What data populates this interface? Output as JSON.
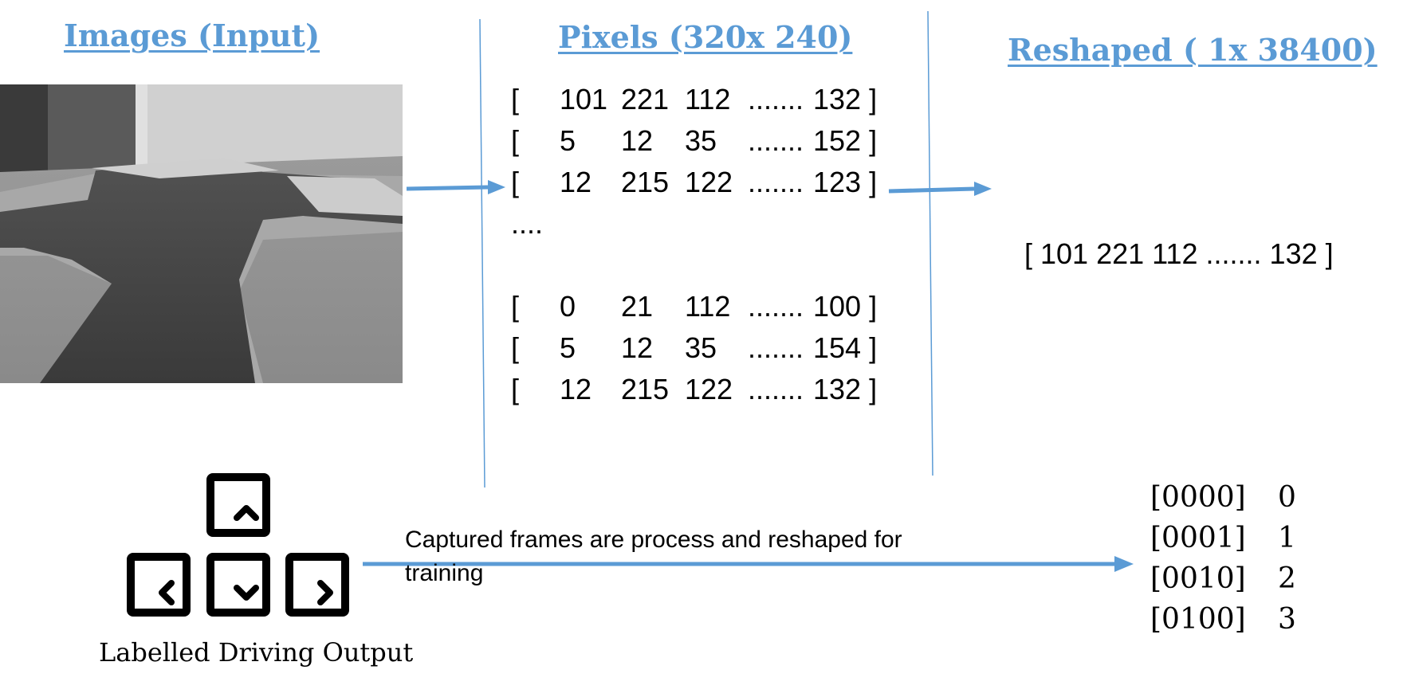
{
  "headings": {
    "images": "Images (Input)",
    "pixels": "Pixels (320x 240)",
    "reshaped": "Reshaped ( 1x 38400)"
  },
  "photo": {
    "description_icon": "road-photo-icon"
  },
  "pixel_matrix": {
    "rows": [
      {
        "open": "[",
        "c1": "101",
        "c2": "221",
        "c3": "112",
        "dots": ".......",
        "last": "132 ]"
      },
      {
        "open": "[",
        "c1": "5",
        "c2": "12",
        "c3": "35",
        "dots": ".......",
        "last": "152 ]"
      },
      {
        "open": "[",
        "c1": "12",
        "c2": "215",
        "c3": "122",
        "dots": ".......",
        "last": "123 ]"
      }
    ],
    "ellipsis": "....",
    "rows_bottom": [
      {
        "open": "[",
        "c1": "0",
        "c2": "21",
        "c3": "112",
        "dots": ".......",
        "last": "100 ]"
      },
      {
        "open": "[",
        "c1": "5",
        "c2": "12",
        "c3": "35",
        "dots": ".......",
        "last": "154 ]"
      },
      {
        "open": "[",
        "c1": "12",
        "c2": "215",
        "c3": "122",
        "dots": ".......",
        "last": "132 ]"
      }
    ]
  },
  "reshaped_vector": "[ 101 221 112 ....... 132 ]",
  "caption": "Captured frames are process and reshaped for training",
  "output_label": "Labelled Driving Output",
  "keys": [
    "arrow-up-key",
    "arrow-left-key",
    "arrow-down-key",
    "arrow-right-key"
  ],
  "labels": [
    {
      "code": "[0000]",
      "value": "0"
    },
    {
      "code": "[0001]",
      "value": "1"
    },
    {
      "code": "[0010]",
      "value": "2"
    },
    {
      "code": "[0100]",
      "value": "3"
    }
  ],
  "colors": {
    "accent": "#5b9bd5",
    "text": "#000000"
  }
}
